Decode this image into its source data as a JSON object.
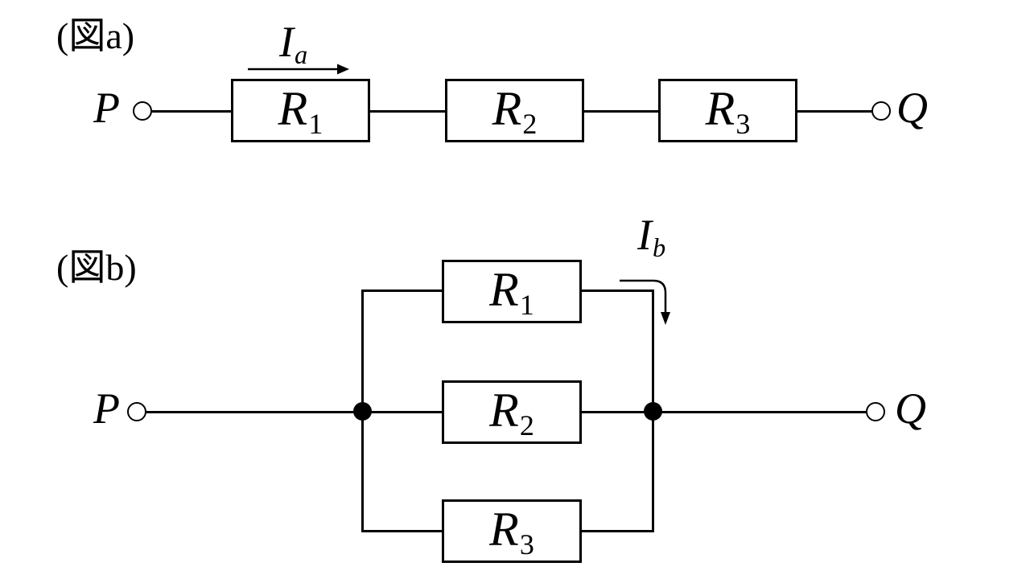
{
  "theme": {
    "line_color": "#000000",
    "background": "#ffffff"
  },
  "figure_a": {
    "caption": "(図a)",
    "topology": "series",
    "terminals": {
      "left": "P",
      "right": "Q"
    },
    "current": {
      "base": "I",
      "sub": "a",
      "direction": "right"
    },
    "resistors": [
      {
        "base": "R",
        "sub": "1"
      },
      {
        "base": "R",
        "sub": "2"
      },
      {
        "base": "R",
        "sub": "3"
      }
    ]
  },
  "figure_b": {
    "caption": "(図b)",
    "topology": "parallel",
    "terminals": {
      "left": "P",
      "right": "Q"
    },
    "current": {
      "base": "I",
      "sub": "b",
      "direction": "down"
    },
    "resistors": [
      {
        "base": "R",
        "sub": "1"
      },
      {
        "base": "R",
        "sub": "2"
      },
      {
        "base": "R",
        "sub": "3"
      }
    ]
  }
}
